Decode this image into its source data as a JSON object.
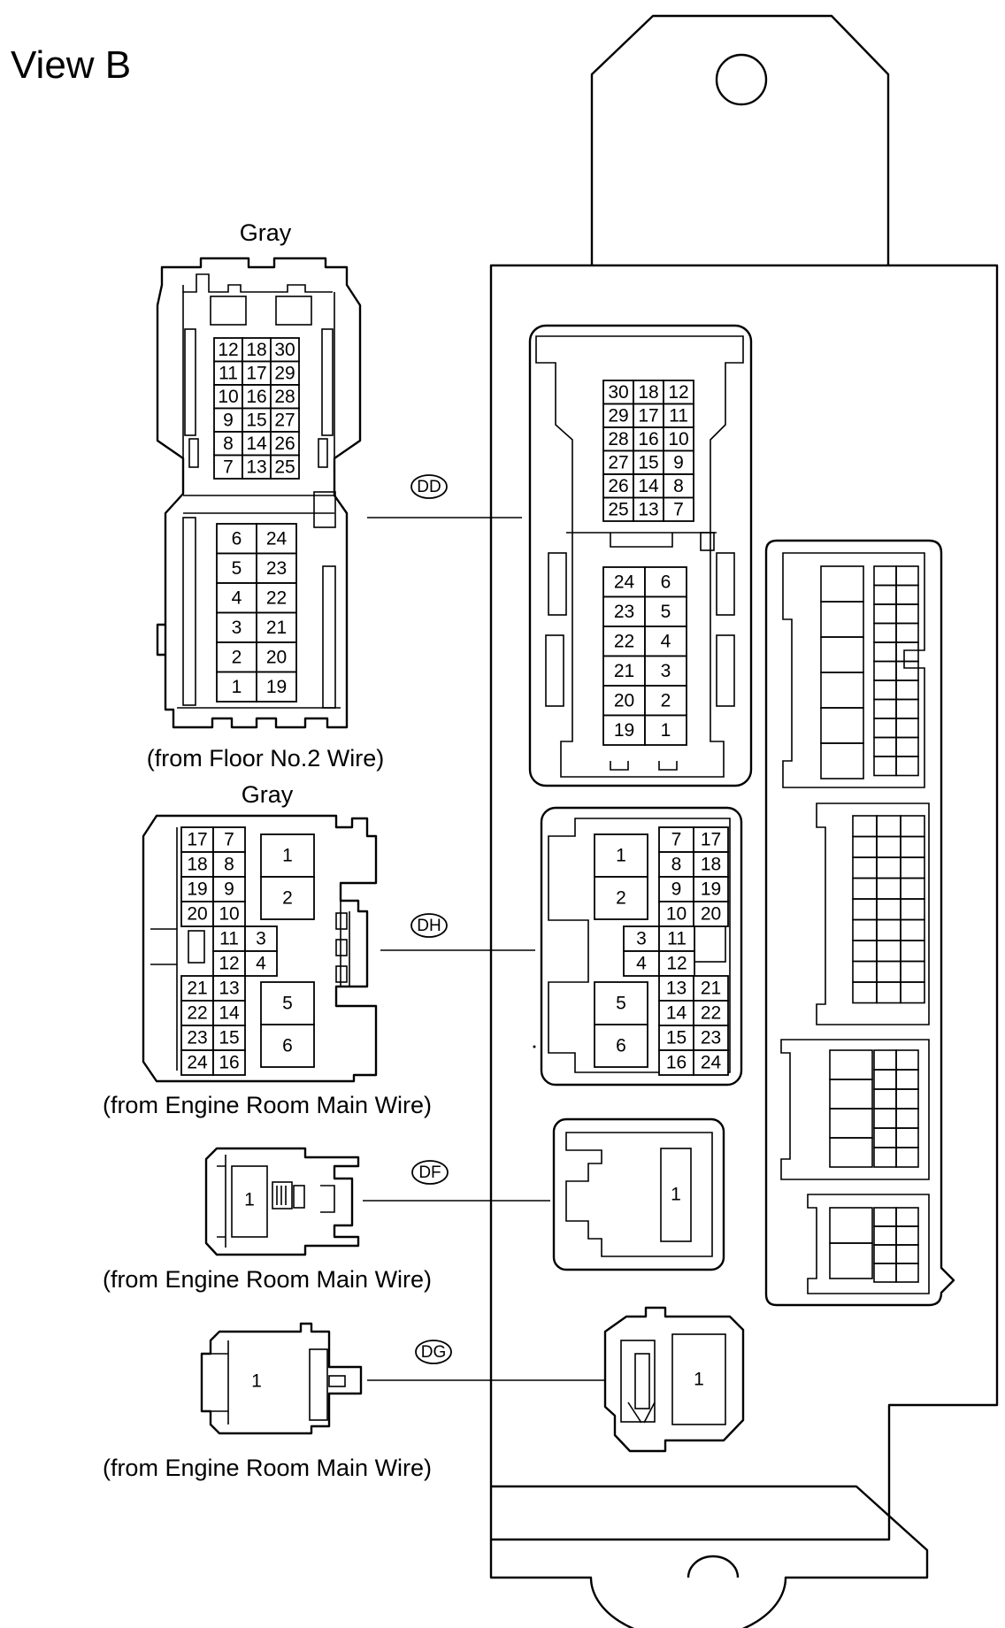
{
  "view_title": "View B",
  "connectors": {
    "dd": {
      "code": "DD",
      "color": "Gray",
      "source": "(from Floor No.2 Wire)",
      "upper_rows": [
        [
          "12",
          "18",
          "30"
        ],
        [
          "11",
          "17",
          "29"
        ],
        [
          "10",
          "16",
          "28"
        ],
        [
          "9",
          "15",
          "27"
        ],
        [
          "8",
          "14",
          "26"
        ],
        [
          "7",
          "13",
          "25"
        ]
      ],
      "lower_rows": [
        [
          "6",
          "24"
        ],
        [
          "5",
          "23"
        ],
        [
          "4",
          "22"
        ],
        [
          "3",
          "21"
        ],
        [
          "2",
          "20"
        ],
        [
          "1",
          "19"
        ]
      ],
      "block_upper_rows": [
        [
          "30",
          "18",
          "12"
        ],
        [
          "29",
          "17",
          "11"
        ],
        [
          "28",
          "16",
          "10"
        ],
        [
          "27",
          "15",
          "9"
        ],
        [
          "26",
          "14",
          "8"
        ],
        [
          "25",
          "13",
          "7"
        ]
      ],
      "block_lower_rows": [
        [
          "24",
          "6"
        ],
        [
          "23",
          "5"
        ],
        [
          "22",
          "4"
        ],
        [
          "21",
          "3"
        ],
        [
          "20",
          "2"
        ],
        [
          "19",
          "1"
        ]
      ]
    },
    "dh": {
      "code": "DH",
      "color": "Gray",
      "source": "(from Engine Room Main Wire)",
      "left_upper_rows": [
        [
          "17",
          "7"
        ],
        [
          "18",
          "8"
        ],
        [
          "19",
          "9"
        ],
        [
          "20",
          "10"
        ]
      ],
      "mid_rows": [
        [
          "11",
          "3"
        ],
        [
          "12",
          "4"
        ]
      ],
      "left_lower_rows": [
        [
          "21",
          "13"
        ],
        [
          "22",
          "14"
        ],
        [
          "23",
          "15"
        ],
        [
          "24",
          "16"
        ]
      ],
      "big_pins": [
        "1",
        "2",
        "5",
        "6"
      ],
      "block_right_upper_rows": [
        [
          "7",
          "17"
        ],
        [
          "8",
          "18"
        ],
        [
          "9",
          "19"
        ],
        [
          "10",
          "20"
        ]
      ],
      "block_mid_rows": [
        [
          "3",
          "11"
        ],
        [
          "4",
          "12"
        ]
      ],
      "block_right_lower_rows": [
        [
          "13",
          "21"
        ],
        [
          "14",
          "22"
        ],
        [
          "15",
          "23"
        ],
        [
          "16",
          "24"
        ]
      ],
      "block_big_pins": [
        "1",
        "2",
        "5",
        "6"
      ]
    },
    "df": {
      "code": "DF",
      "source": "(from Engine Room Main Wire)",
      "pin": "1",
      "block_pin": "1"
    },
    "dg": {
      "code": "DG",
      "source": "(from Engine Room Main Wire)",
      "pin": "1",
      "block_pin": "1"
    }
  }
}
